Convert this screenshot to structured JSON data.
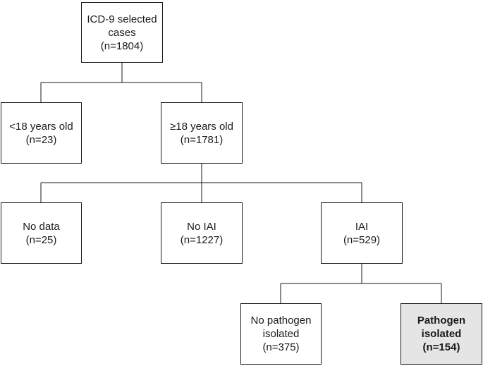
{
  "flowchart": {
    "root": {
      "text": "ICD-9 selected\ncases\n(n=1804)"
    },
    "age_under_18": {
      "text": "<18 years old\n(n=23)"
    },
    "age_18_plus": {
      "text": "≥18 years old\n(n=1781)"
    },
    "no_data": {
      "text": "No data\n(n=25)"
    },
    "no_iai": {
      "text": "No IAI\n(n=1227)"
    },
    "iai": {
      "text": "IAI\n(n=529)"
    },
    "no_pathogen": {
      "text": "No pathogen\nisolated\n(n=375)"
    },
    "pathogen": {
      "text": "Pathogen\nisolated\n(n=154)"
    }
  },
  "colors": {
    "line": "#1a1a1a",
    "highlight_fill": "#e5e5e5"
  }
}
